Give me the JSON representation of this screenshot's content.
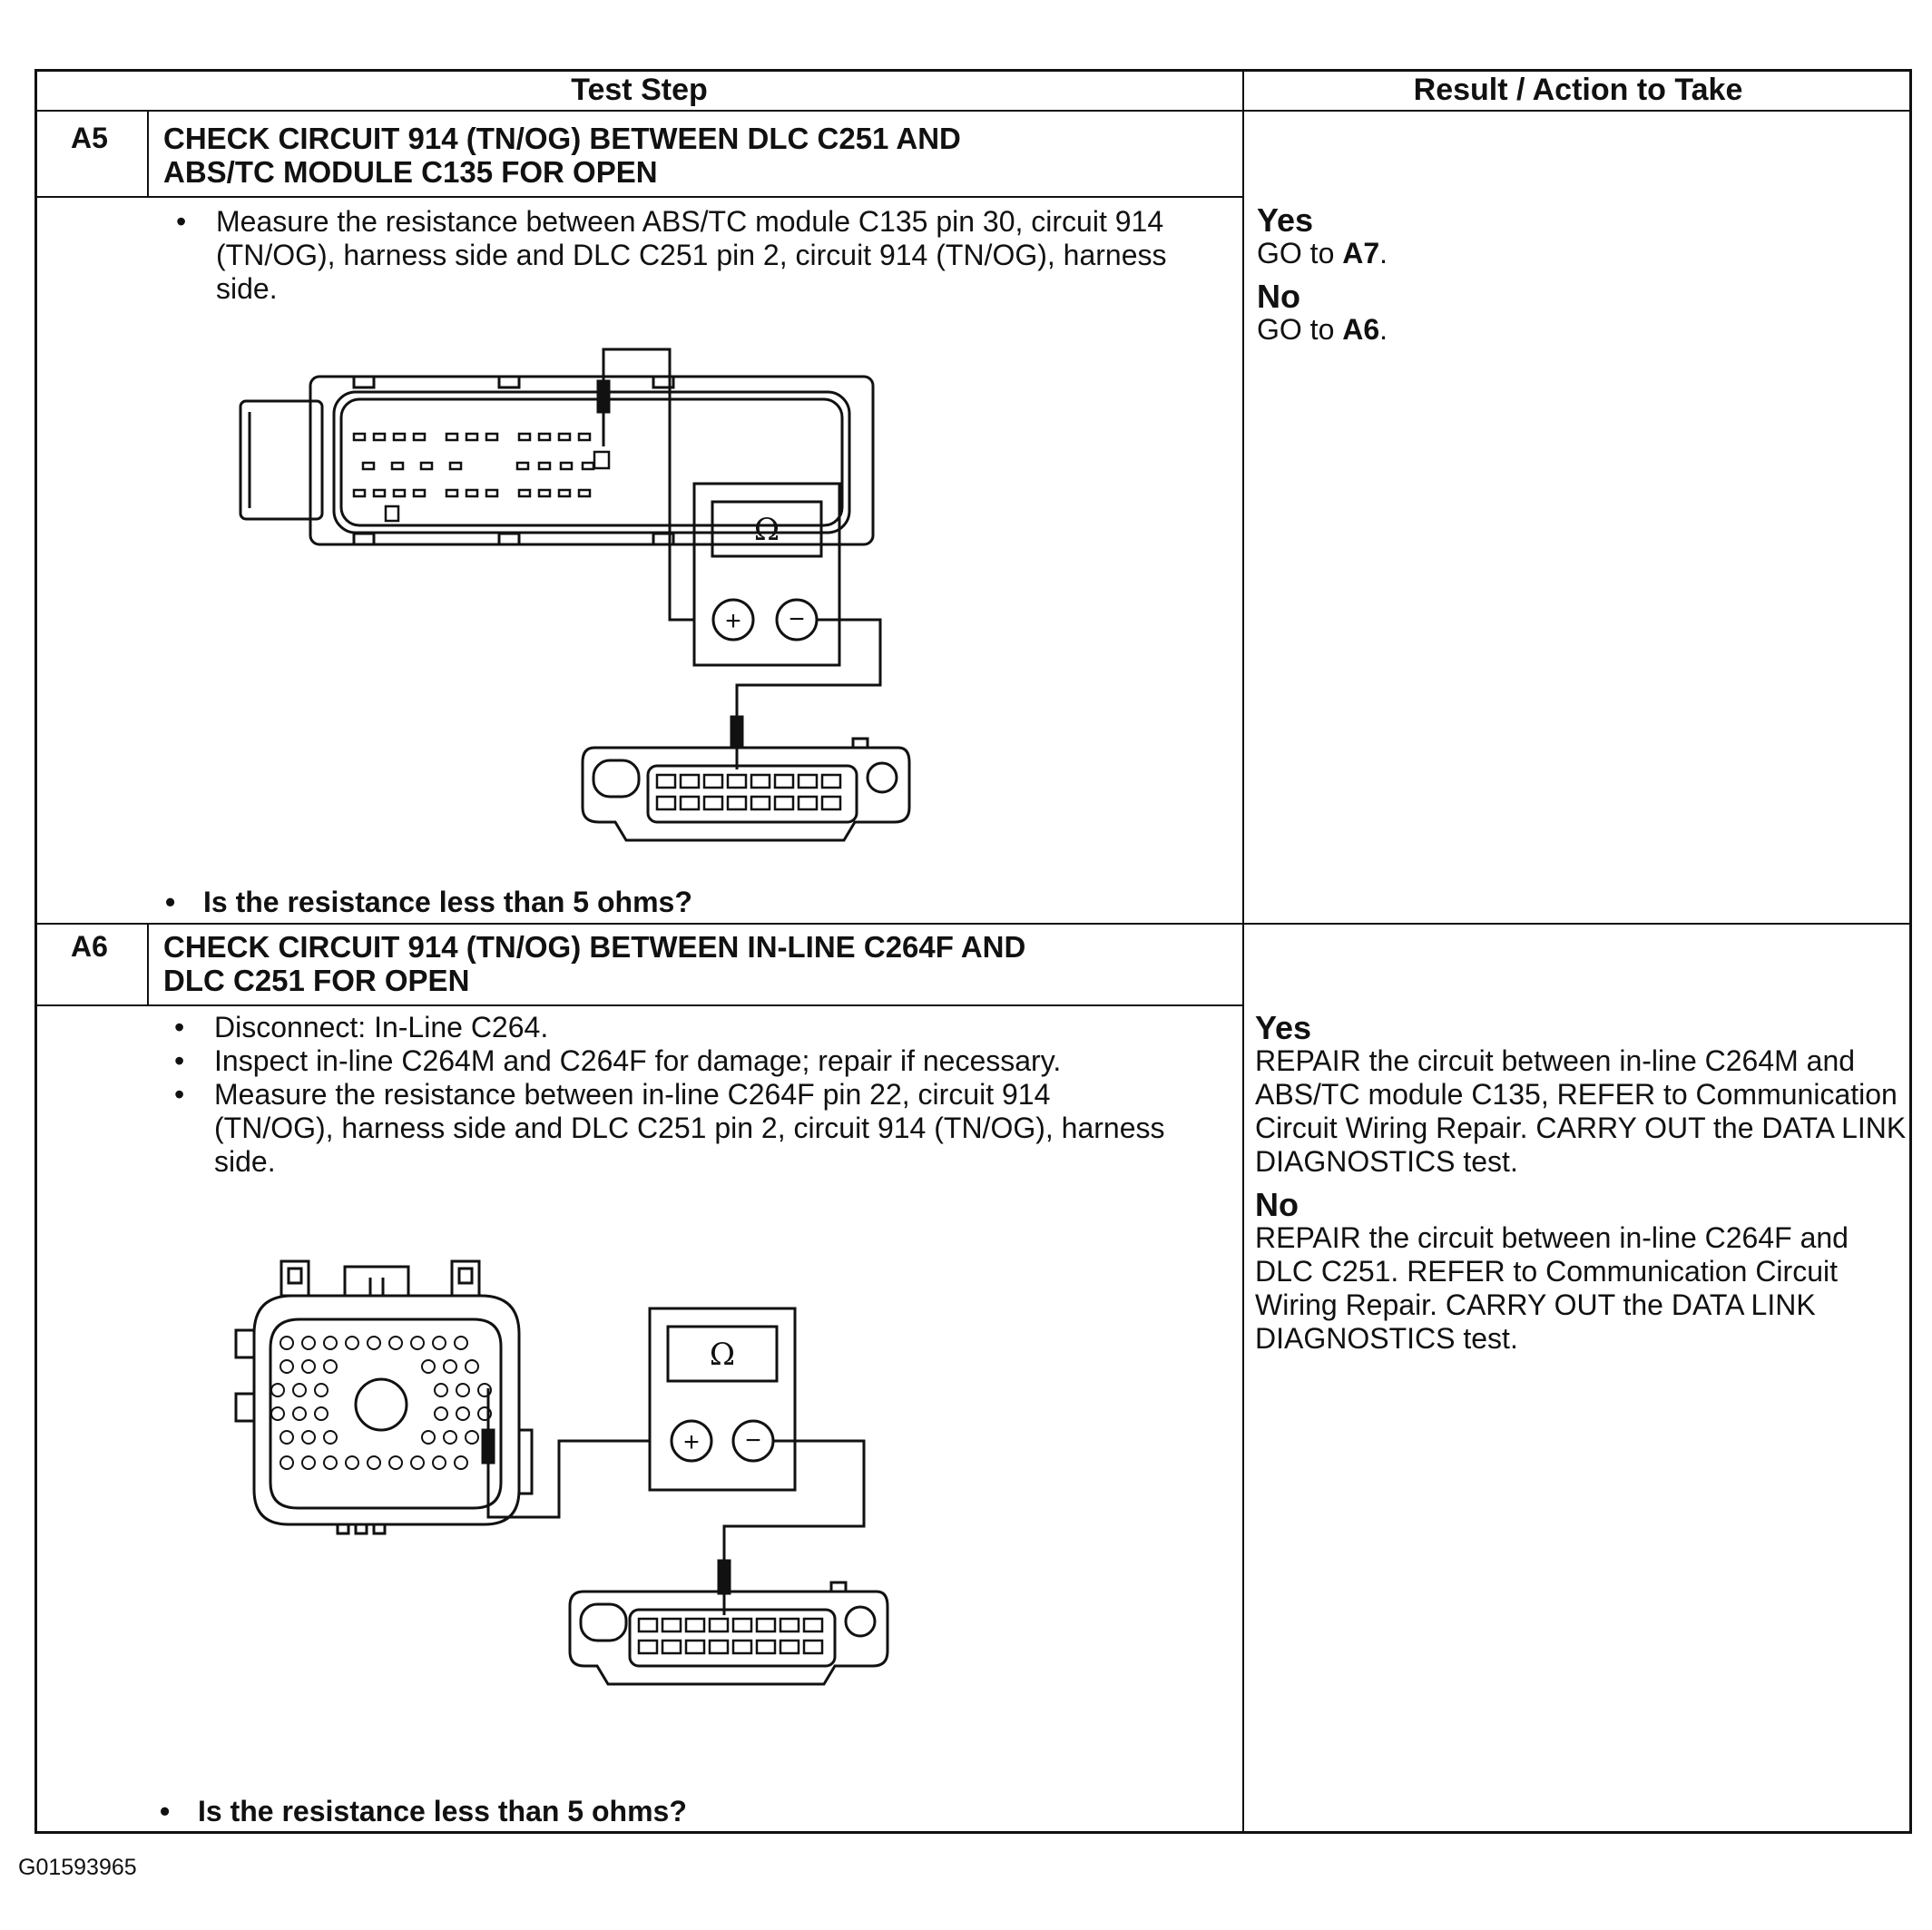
{
  "header": {
    "test_step": "Test Step",
    "result_action": "Result / Action to Take"
  },
  "steps": [
    {
      "id": "A5",
      "title_line1": "CHECK CIRCUIT 914 (TN/OG) BETWEEN DLC C251 AND",
      "title_line2": "ABS/TC MODULE C135 FOR OPEN",
      "bullets": [
        "Measure the resistance between ABS/TC module C135 pin 30, circuit 914 (TN/OG), harness side and DLC C251 pin 2, circuit 914 (TN/OG), harness side."
      ],
      "question": "Is the resistance less than 5 ohms?",
      "meter_symbol": "Ω",
      "plus": "+",
      "minus": "−",
      "result": {
        "yes_label": "Yes",
        "yes_prefix": "GO to ",
        "yes_target": "A7",
        "yes_suffix": ".",
        "no_label": "No",
        "no_prefix": "GO to ",
        "no_target": "A6",
        "no_suffix": "."
      }
    },
    {
      "id": "A6",
      "title_line1": "CHECK CIRCUIT 914 (TN/OG) BETWEEN IN-LINE C264F AND",
      "title_line2": "DLC C251 FOR OPEN",
      "bullets": [
        "Disconnect: In-Line C264.",
        "Inspect in-line C264M and C264F for damage; repair if necessary.",
        "Measure the resistance between in-line C264F pin 22, circuit 914 (TN/OG), harness side and DLC C251 pin 2, circuit 914 (TN/OG), harness side."
      ],
      "question": "Is the resistance less than 5 ohms?",
      "meter_symbol": "Ω",
      "plus": "+",
      "minus": "−",
      "result": {
        "yes_label": "Yes",
        "yes_text": "REPAIR the circuit between in-line C264M and ABS/TC module C135, REFER to Communication Circuit Wiring Repair. CARRY OUT the DATA LINK DIAGNOSTICS test.",
        "no_label": "No",
        "no_text": "REPAIR the circuit between in-line C264F and DLC C251. REFER to Communication Circuit Wiring Repair. CARRY OUT the DATA LINK DIAGNOSTICS test."
      }
    }
  ],
  "figure_id": "G01593965"
}
